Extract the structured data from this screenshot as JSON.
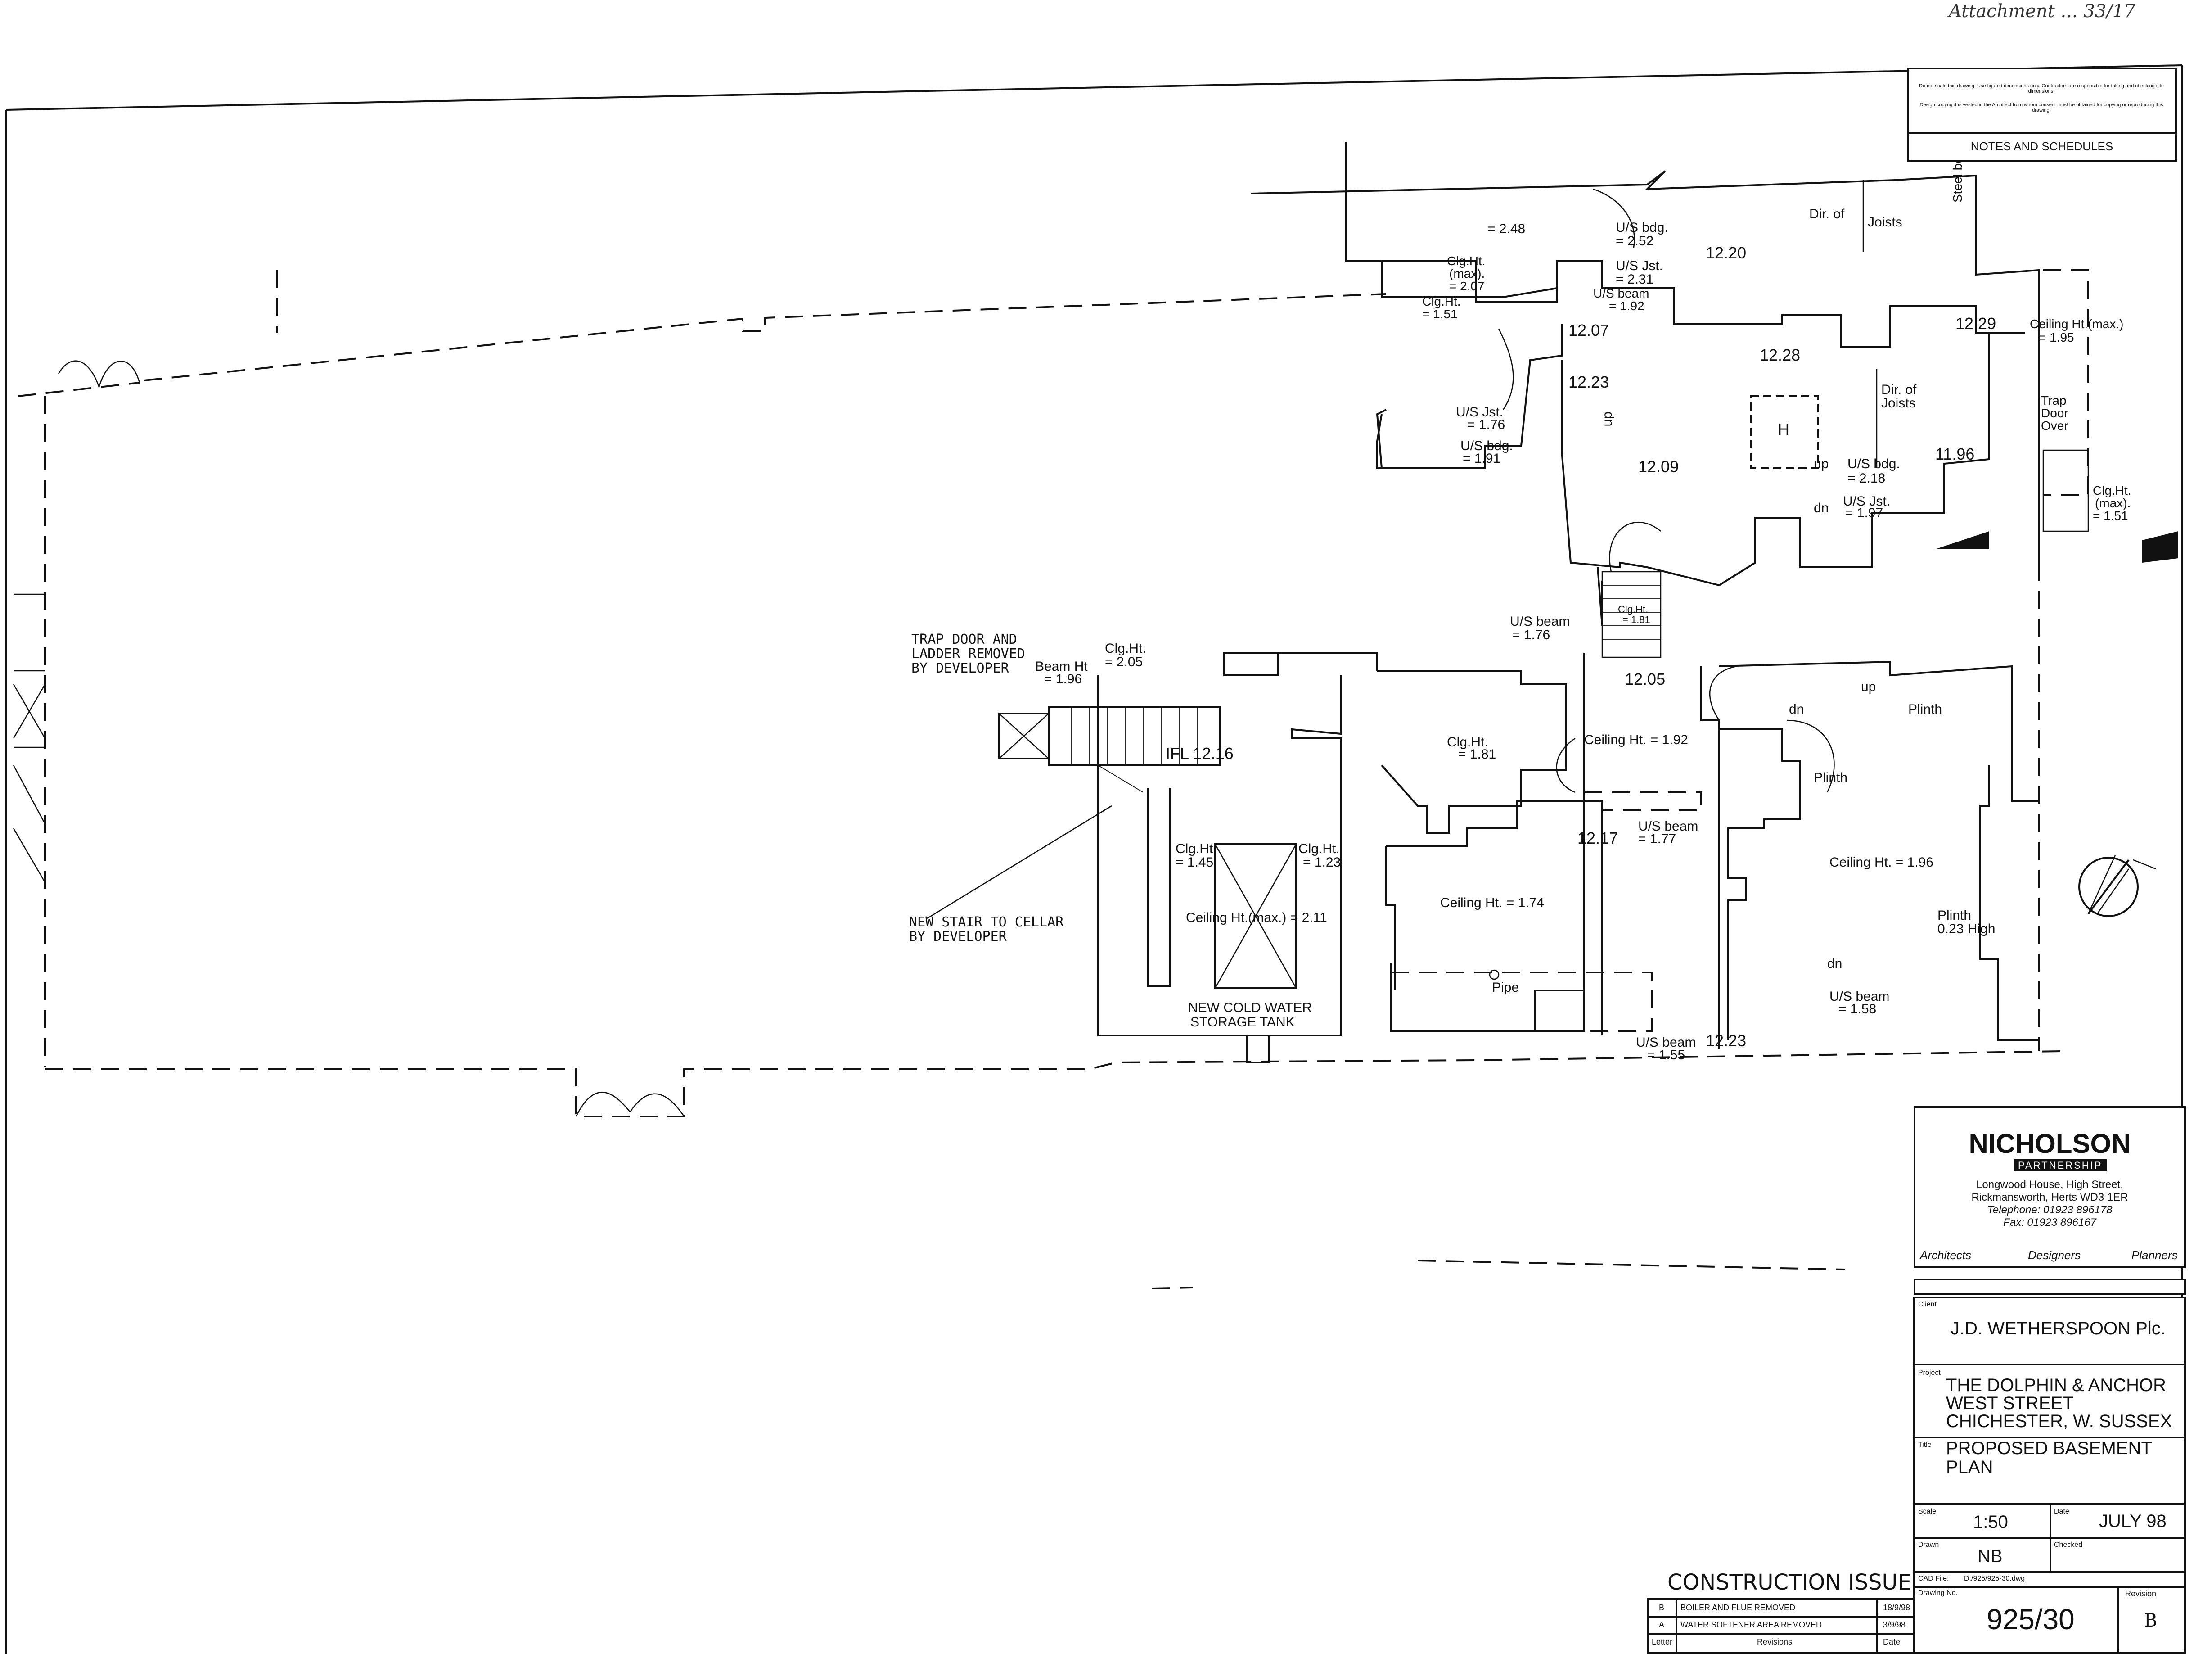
{
  "corner_note": "Attachment ... 33/17",
  "notes": {
    "disclaimer_1": "Do not scale this drawing. Use figured dimensions only. Contractors are responsible for taking and checking site dimensions.",
    "disclaimer_2": "Design copyright is vested in the Architect from whom consent must be obtained for copying or reproducing this drawing.",
    "heading": "NOTES AND SCHEDULES"
  },
  "firm": {
    "name": "NICHOLSON",
    "sub": "PARTNERSHIP",
    "address_1": "Longwood House, High Street,",
    "address_2": "Rickmansworth, Herts WD3 1ER",
    "telephone": "Telephone: 01923 896178",
    "fax": "Fax: 01923 896167",
    "role_1": "Architects",
    "role_2": "Designers",
    "role_3": "Planners"
  },
  "title_block": {
    "client_label": "Client",
    "client": "J.D. WETHERSPOON Plc.",
    "project_label": "Project",
    "project_1": "THE DOLPHIN & ANCHOR",
    "project_2": "WEST STREET",
    "project_3": "CHICHESTER, W. SUSSEX",
    "title_label": "Title",
    "title_1": "PROPOSED BASEMENT",
    "title_2": "PLAN",
    "scale_label": "Scale",
    "scale": "1:50",
    "date_label": "Date",
    "date": "JULY 98",
    "drawn_label": "Drawn",
    "drawn": "NB",
    "checked_label": "Checked",
    "checked": "",
    "cad_label": "CAD File:",
    "cad_file": "D:/925/925-30.dwg",
    "drawing_no_label": "Drawing No.",
    "drawing_no": "925/30",
    "revision_label": "Revision",
    "revision": "B"
  },
  "revisions": {
    "heading": "CONSTRUCTION ISSUE",
    "rows": [
      {
        "letter": "B",
        "text": "BOILER AND FLUE REMOVED",
        "date": "18/9/98"
      },
      {
        "letter": "A",
        "text": "WATER SOFTENER AREA REMOVED",
        "date": "3/9/98"
      }
    ],
    "col_letter": "Letter",
    "col_revisions": "Revisions",
    "col_date": "Date"
  },
  "plan_labels": {
    "l_248": "= 2.48",
    "l_clg_max_a": "Clg.Ht.",
    "l_clg_max_b": "(max).",
    "l_clg_max_c": "= 2.07",
    "l_clg_151a": "Clg.Ht.",
    "l_clg_151b": "= 1.51",
    "l_usbdg_252a": "U/S bdg.",
    "l_usbdg_252b": "= 2.52",
    "l_usjst_231a": "U/S Jst.",
    "l_usjst_231b": "= 2.31",
    "l_usbeam_192a": "U/S beam",
    "l_usbeam_192b": "= 1.92",
    "l_1220": "12.20",
    "l_dir_joists_1": "Dir. of",
    "l_dir_joists_2": "Joists",
    "l_steel_beam": "Steel beam",
    "l_1207": "12.07",
    "l_1228": "12.28",
    "l_1229": "12.29",
    "l_ceiling_max_a": "Ceiling Ht.(max.)",
    "l_ceiling_max_b": "= 1.95",
    "l_1223a": "12.23",
    "l_usjst_176a": "U/S Jst.",
    "l_usjst_176b": "= 1.76",
    "l_usbdg_191a": "U/S bdg.",
    "l_usbdg_191b": "= 1.91",
    "l_up_a": "up",
    "l_1209": "12.09",
    "l_h": "H",
    "l_dir_joists_3": "Dir. of",
    "l_dir_joists_4": "Joists",
    "l_1196": "11.96",
    "l_up_b": "up",
    "l_usbdg_218a": "U/S bdg.",
    "l_usbdg_218b": "= 2.18",
    "l_usjst_197a": "U/S Jst.",
    "l_usjst_197b": "= 1.97",
    "l_dn_a": "dn",
    "l_trap_1": "Trap",
    "l_trap_2": "Door",
    "l_trap_3": "Over",
    "l_clg_151c": "Clg.Ht.",
    "l_clg_151d": "(max).",
    "l_clg_151e": "= 1.51",
    "l_usbeam_176a": "U/S beam",
    "l_usbeam_176b": "= 1.76",
    "l_clg_181a": "Clg.Ht.",
    "l_clg_181b": "= 1.81",
    "l_trap_note_1": "TRAP DOOR AND",
    "l_trap_note_2": "LADDER REMOVED",
    "l_trap_note_3": "BY DEVELOPER",
    "l_beam_ht_1": "Beam Ht",
    "l_beam_ht_2": "= 1.96",
    "l_clg_205a": "Clg.Ht.",
    "l_clg_205b": "= 2.05",
    "l_ifl": "IFL 12.16",
    "l_1205": "12.05",
    "l_up_c": "up",
    "l_plinth_a": "Plinth",
    "l_dn_b": "dn",
    "l_plinth_b": "Plinth",
    "l_clg_181c": "Clg.Ht.",
    "l_clg_181d": "= 1.81",
    "l_ceiling_192": "Ceiling Ht. = 1.92",
    "l_1217": "12.17",
    "l_usbeam_177a": "U/S beam",
    "l_usbeam_177b": "= 1.77",
    "l_ceiling_196": "Ceiling Ht. = 1.96",
    "l_plinth_c": "Plinth",
    "l_plinth_d": "0.23 High",
    "l_clg_145a": "Clg.Ht.",
    "l_clg_145b": "= 1.45",
    "l_clg_123a": "Clg.Ht.",
    "l_clg_123b": "= 1.23",
    "l_ceiling_211": "Ceiling Ht.(max.) = 2.11",
    "l_ceiling_174": "Ceiling Ht. = 1.74",
    "l_pipe": "Pipe",
    "l_dn_c": "dn",
    "l_usbeam_158a": "U/S beam",
    "l_usbeam_158b": "= 1.58",
    "l_usbeam_155a": "U/S beam",
    "l_usbeam_155b": "= 1.55",
    "l_1223b": "12.23",
    "l_new_stair_1": "NEW STAIR TO CELLAR",
    "l_new_stair_2": "BY DEVELOPER",
    "l_tank_1": "NEW COLD WATER",
    "l_tank_2": "STORAGE TANK"
  }
}
